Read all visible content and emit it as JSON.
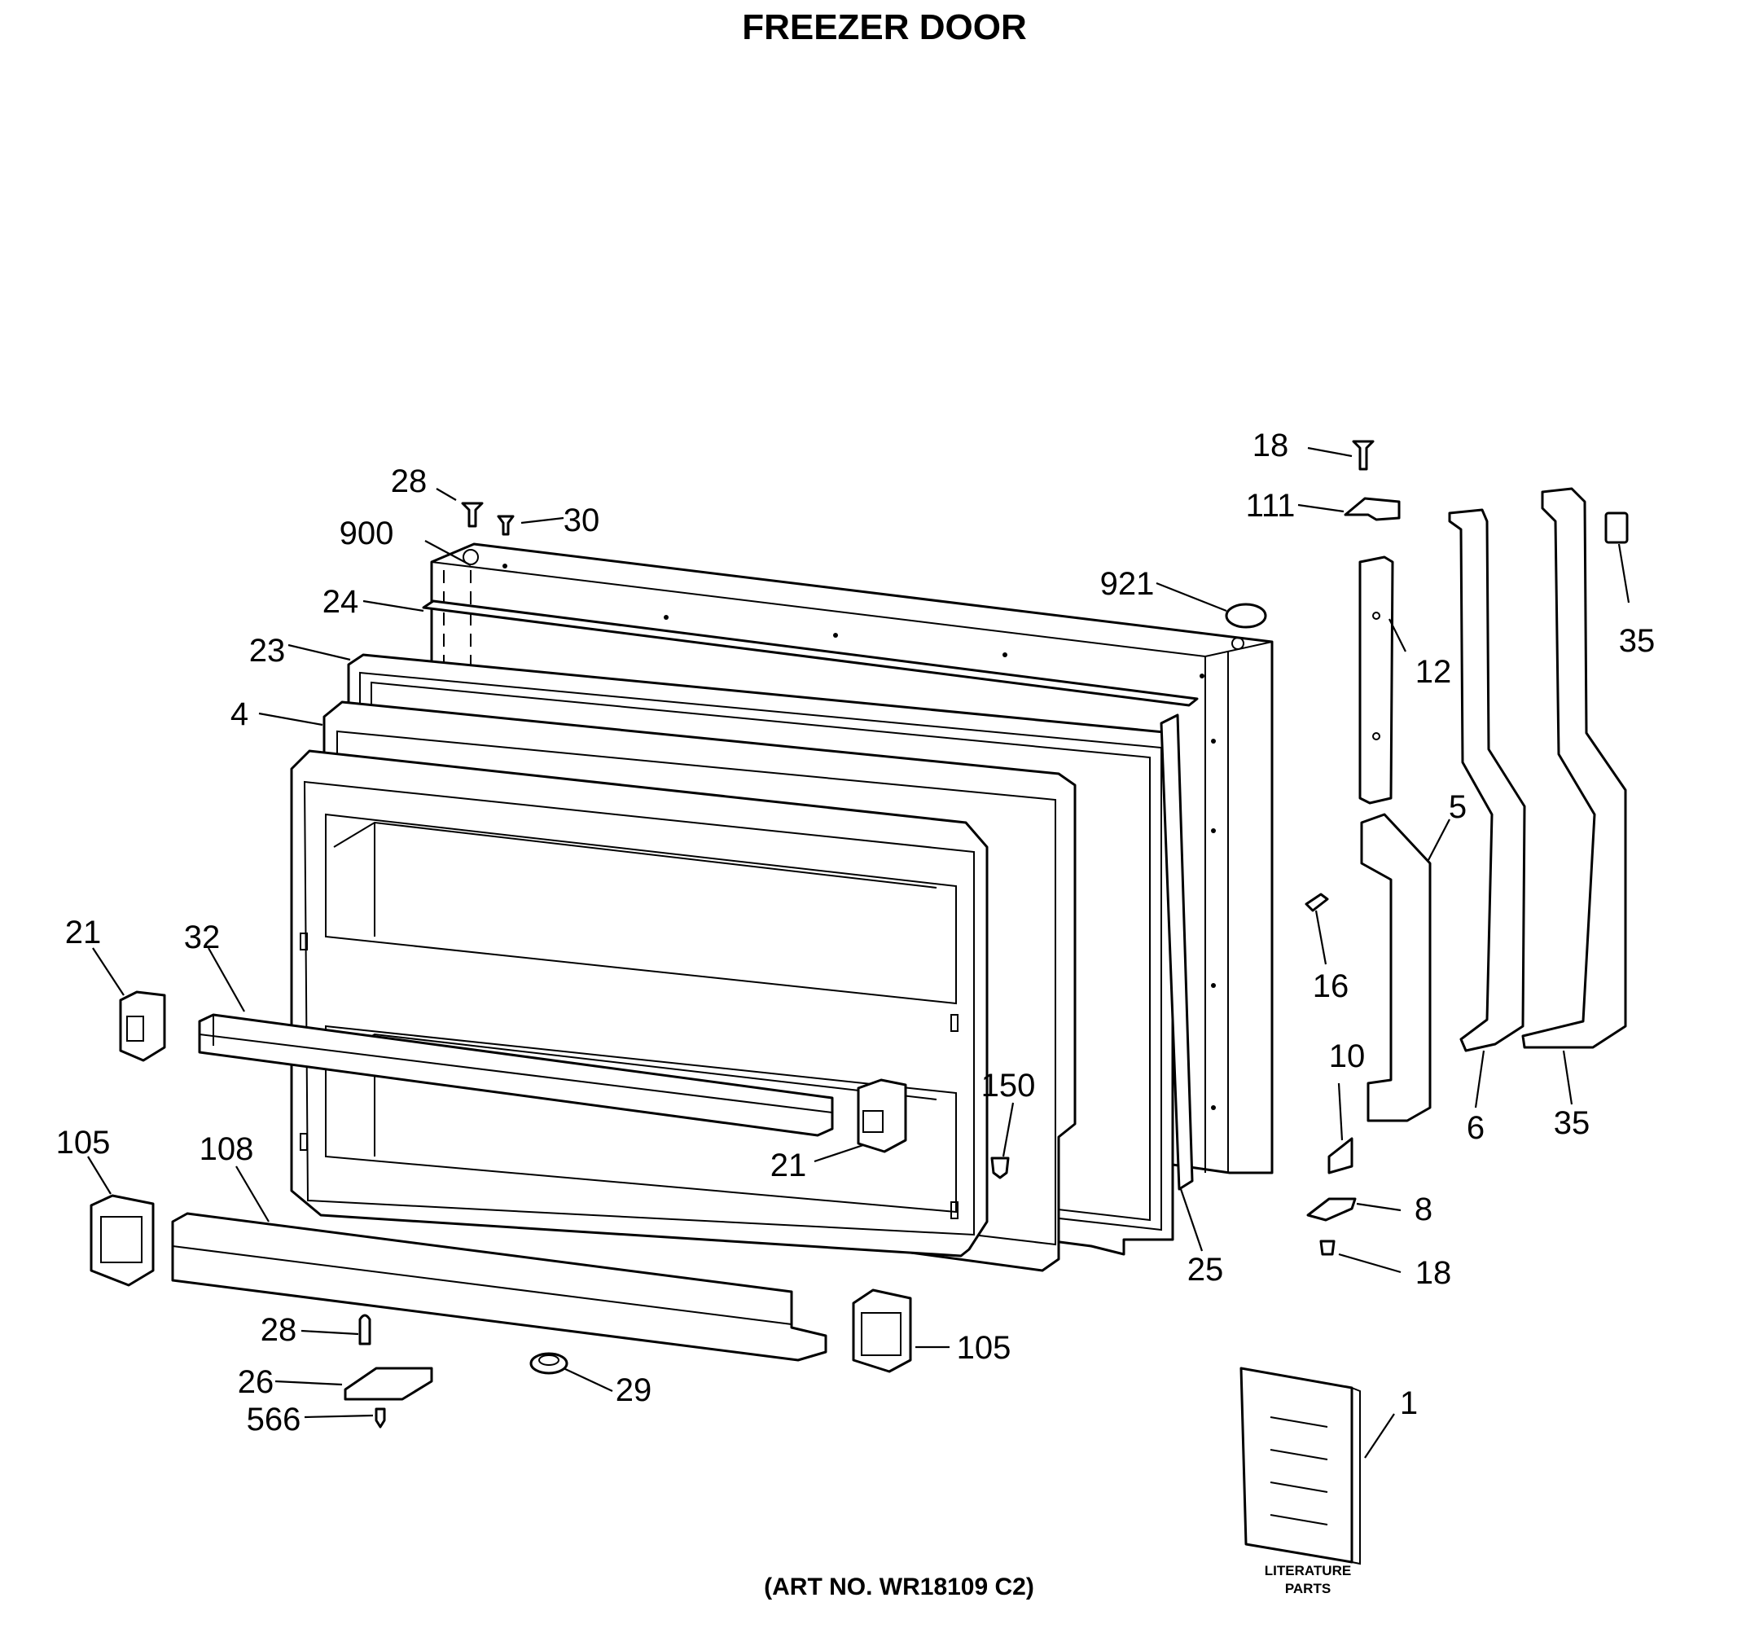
{
  "title": "FREEZER DOOR",
  "art_number": "(ART NO. WR18109 C2)",
  "literature": {
    "line1": "LITERATURE",
    "line2": "PARTS"
  },
  "callouts": [
    {
      "id": "c18a",
      "label": "18"
    },
    {
      "id": "c111",
      "label": "111"
    },
    {
      "id": "c28a",
      "label": "28"
    },
    {
      "id": "c30",
      "label": "30"
    },
    {
      "id": "c900",
      "label": "900"
    },
    {
      "id": "c921",
      "label": "921"
    },
    {
      "id": "c24",
      "label": "24"
    },
    {
      "id": "c23",
      "label": "23"
    },
    {
      "id": "c4",
      "label": "4"
    },
    {
      "id": "c12",
      "label": "12"
    },
    {
      "id": "c35a",
      "label": "35"
    },
    {
      "id": "c5",
      "label": "5"
    },
    {
      "id": "c16",
      "label": "16"
    },
    {
      "id": "c21a",
      "label": "21"
    },
    {
      "id": "c32",
      "label": "32"
    },
    {
      "id": "c150",
      "label": "150"
    },
    {
      "id": "c10",
      "label": "10"
    },
    {
      "id": "c6",
      "label": "6"
    },
    {
      "id": "c35b",
      "label": "35"
    },
    {
      "id": "c21b",
      "label": "21"
    },
    {
      "id": "c105a",
      "label": "105"
    },
    {
      "id": "c108",
      "label": "108"
    },
    {
      "id": "c25",
      "label": "25"
    },
    {
      "id": "c8",
      "label": "8"
    },
    {
      "id": "c18b",
      "label": "18"
    },
    {
      "id": "c28b",
      "label": "28"
    },
    {
      "id": "c105b",
      "label": "105"
    },
    {
      "id": "c26",
      "label": "26"
    },
    {
      "id": "c29",
      "label": "29"
    },
    {
      "id": "c566",
      "label": "566"
    },
    {
      "id": "c1",
      "label": "1"
    }
  ]
}
